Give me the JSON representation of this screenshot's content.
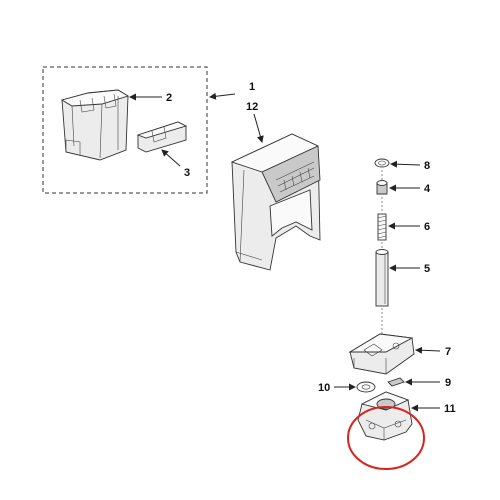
{
  "callouts": {
    "c1": "1",
    "c2": "2",
    "c3": "3",
    "c4": "4",
    "c5": "5",
    "c6": "6",
    "c7": "7",
    "c8": "8",
    "c9": "9",
    "c10": "10",
    "c11": "11",
    "c12": "12"
  },
  "colors": {
    "highlight_circle": "#d9231f",
    "line": "#222222"
  }
}
